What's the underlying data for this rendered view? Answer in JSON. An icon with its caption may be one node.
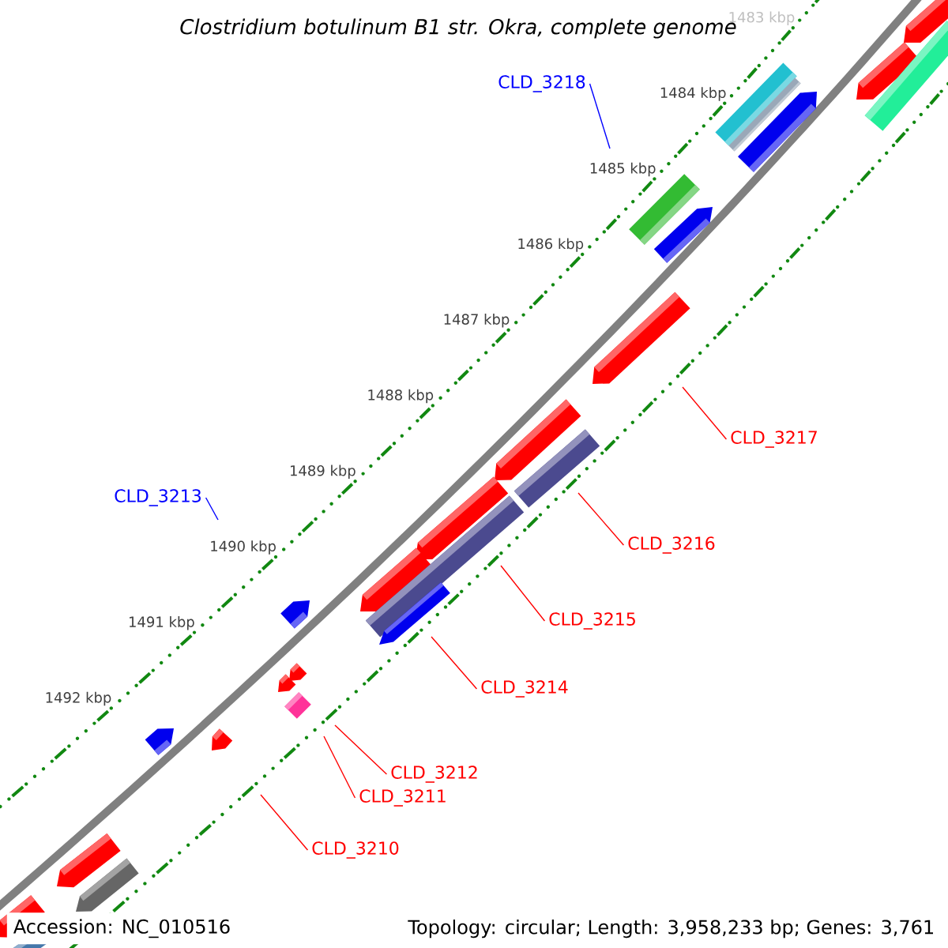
{
  "diagram": {
    "title": "Clostridium botulinum B1 str. Okra, complete genome",
    "nodes": [
      {
        "text": [
          "CLD_3218"
        ]
      },
      {
        "text": [
          "CLD_3217"
        ]
      },
      {
        "text": [
          "CLD_3213"
        ]
      },
      {
        "text": [
          "CLD_3216"
        ]
      },
      {
        "text": [
          "CLD_3215"
        ]
      },
      {
        "text": [
          "CLD_3214"
        ]
      },
      {
        "text": [
          "CLD_3212"
        ]
      },
      {
        "text": [
          "CLD_3211"
        ]
      },
      {
        "text": [
          "CLD_3210"
        ]
      }
    ],
    "edges": [
      {
        "from": 0,
        "to": null,
        "arrow": "none",
        "color": "#0000ff"
      },
      {
        "from": 1,
        "to": null,
        "arrow": "none"
      },
      {
        "from": 2,
        "to": null,
        "arrow": "none",
        "color": "#0000ff"
      },
      {
        "from": 3,
        "to": null,
        "arrow": "none"
      },
      {
        "from": 4,
        "to": null,
        "arrow": "none"
      },
      {
        "from": 5,
        "to": null,
        "arrow": "none"
      },
      {
        "from": 6,
        "to": null,
        "arrow": "none"
      },
      {
        "from": 7,
        "to": null,
        "arrow": "none"
      },
      {
        "from": 8,
        "to": null,
        "arrow": "none"
      }
    ],
    "labels": [
      "1483 kbp",
      "1484 kbp",
      "1485 kbp",
      "1486 kbp",
      "1487 kbp",
      "1488 kbp",
      "1489 kbp",
      "1490 kbp",
      "1491 kbp",
      "1492 kbp",
      "Accession: NC_010516",
      "Topology: circular; Length: 3,958,233 bp; Genes: 3,761"
    ]
  }
}
